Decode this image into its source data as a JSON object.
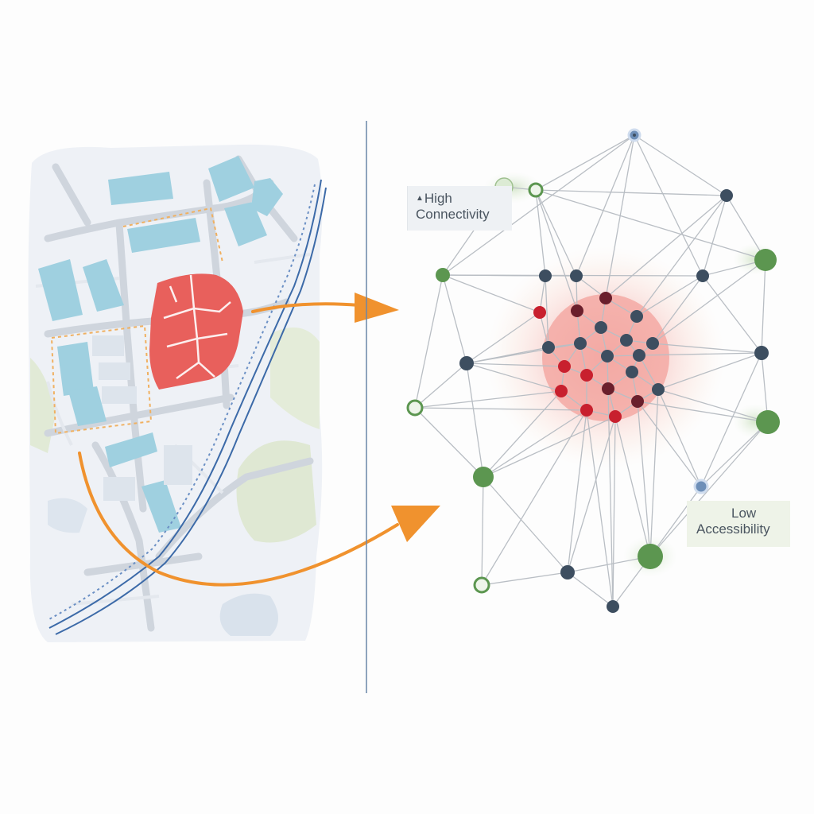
{
  "labels": {
    "high_mark": "▲",
    "high_line1": "High",
    "high_line2": "Connectivity",
    "low_line1": "Low",
    "low_line2": "Accessibility"
  },
  "colors": {
    "map_background": "#eef1f6",
    "building_blue": "#9fd0e0",
    "district_red": "#e8605c",
    "river_blue": "#3c6aa8",
    "green_area": "#dfe8d3",
    "arrow_orange": "#f0922e",
    "divider": "#6a86a8",
    "node_dark": "#3d4e60",
    "node_red": "#c8202e",
    "node_maroon": "#6a1f2c",
    "node_green": "#5c9650",
    "node_light_green": "#dcebd4",
    "node_blue": "#6e8fb8",
    "edge_grey": "#b9bec4",
    "hub_glow": "#f08a84"
  },
  "icons": [
    "network-hub",
    "arrow-right",
    "arrow-curved-right",
    "map-district"
  ]
}
